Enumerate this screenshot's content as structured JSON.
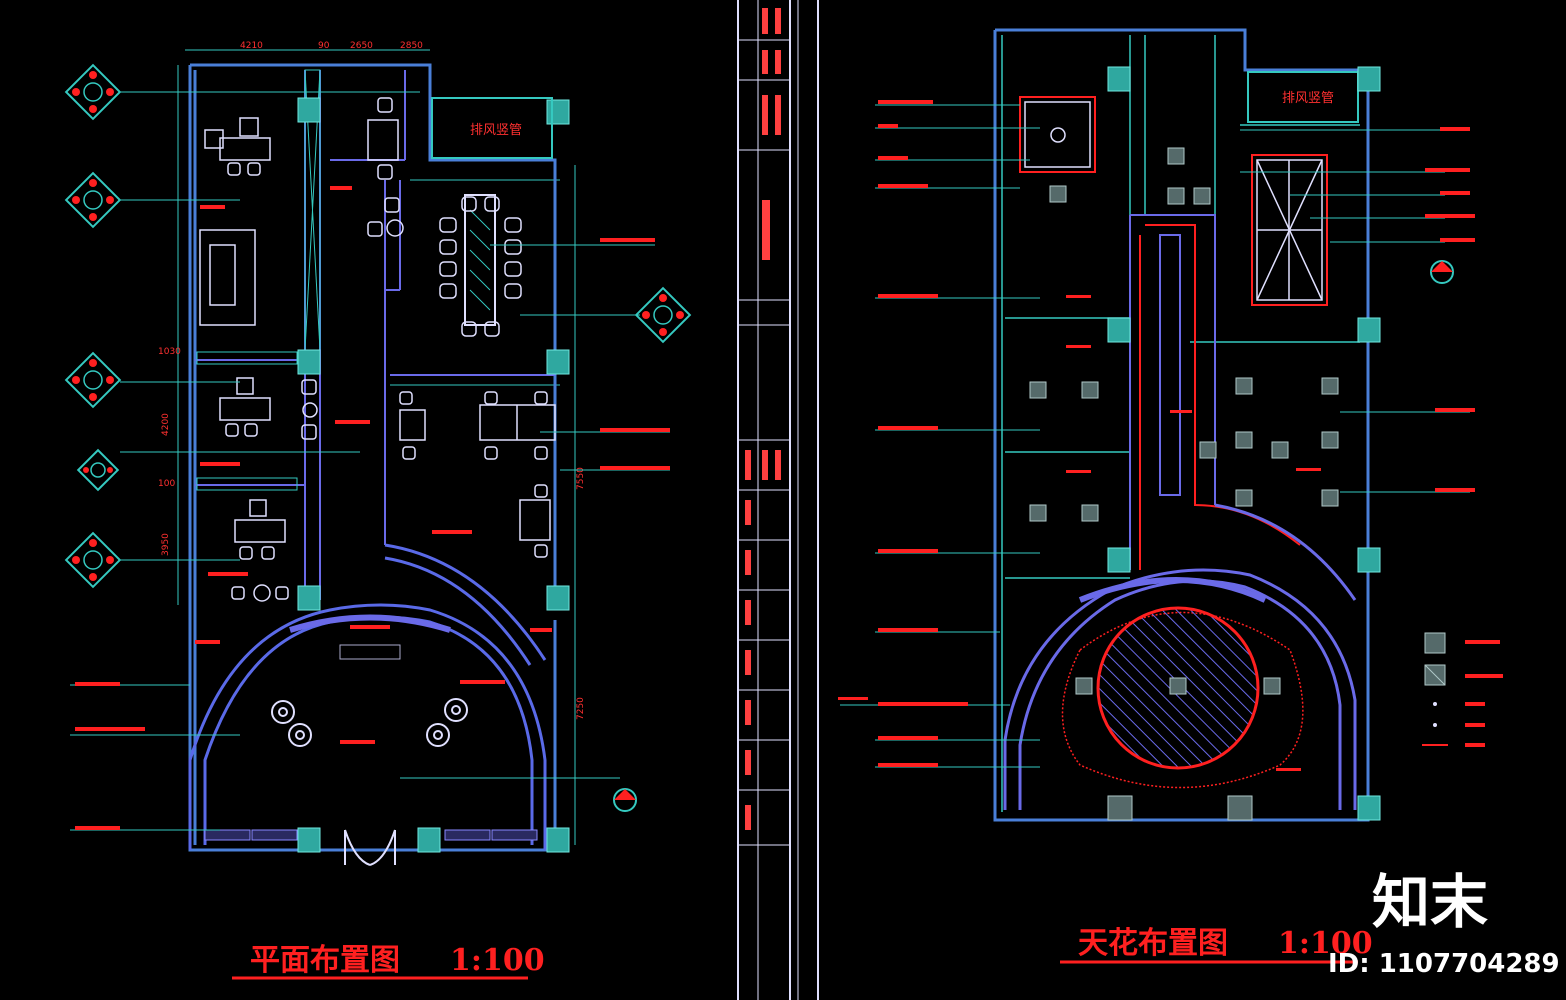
{
  "plan_left": {
    "title": "平面布置图",
    "scale": "1:100",
    "dims_top": [
      "4210",
      "90",
      "2650",
      "2850"
    ],
    "dims_left": [
      "1030",
      "4200",
      "100",
      "3950"
    ],
    "dims_right": [
      "7550",
      "7250"
    ],
    "room_label": "排风竖管"
  },
  "plan_right": {
    "title": "天花布置图",
    "scale": "1:100",
    "room_label": "排风竖管"
  },
  "watermark": {
    "logo": "知末",
    "id_text": "ID: 1107704289"
  },
  "colors": {
    "wall": "#3d8fd8",
    "inner": "#6a6ae8",
    "cyan": "#35c9c0",
    "red": "#ff2020",
    "white": "#d8d8ff",
    "background": "#000000"
  }
}
